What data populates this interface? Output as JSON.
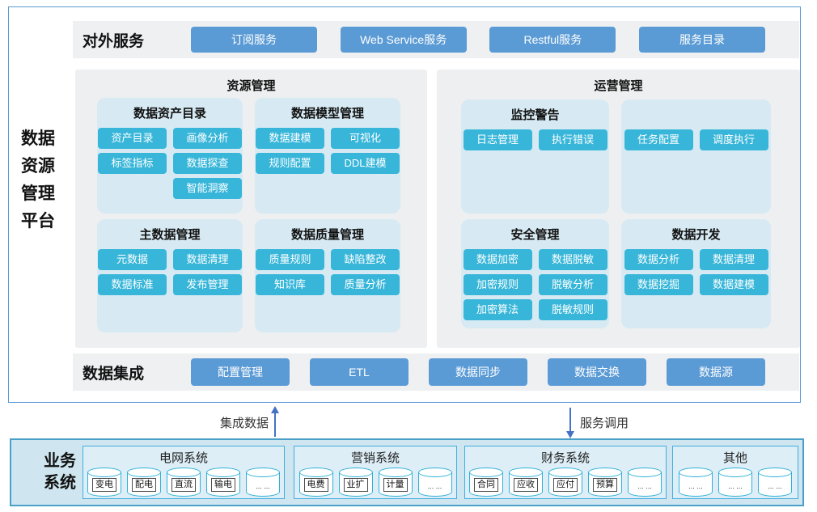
{
  "platform_title": "数据资源管理平台",
  "platform_title_lines": "数据 资源 管理 平台",
  "external_services": {
    "label": "对外服务",
    "buttons": [
      "订阅服务",
      "Web Service服务",
      "Restful服务",
      "服务目录"
    ]
  },
  "panels": [
    {
      "title": "资源管理",
      "groups": [
        {
          "title": "数据资产目录",
          "rows": [
            [
              "资产目录",
              "画像分析"
            ],
            [
              "标签指标",
              "数据探查"
            ],
            [
              null,
              "智能洞察"
            ]
          ]
        },
        {
          "title": "数据模型管理",
          "rows": [
            [
              "数据建模",
              "可视化"
            ],
            [
              "规则配置",
              "DDL建模"
            ]
          ]
        },
        {
          "title": "主数据管理",
          "rows": [
            [
              "元数据",
              "数据清理"
            ],
            [
              "数据标准",
              "发布管理"
            ]
          ]
        },
        {
          "title": "数据质量管理",
          "rows": [
            [
              "质量规则",
              "缺陷整改"
            ],
            [
              "知识库",
              "质量分析"
            ]
          ]
        }
      ]
    },
    {
      "title": "运营管理",
      "groups": [
        {
          "title": "监控警告",
          "rows": [
            [
              "日志管理",
              "执行错误"
            ]
          ]
        },
        {
          "title": "",
          "rows": [
            [
              "任务配置",
              "调度执行"
            ]
          ]
        },
        {
          "title": "安全管理",
          "rows": [
            [
              "数据加密",
              "数据脱敏"
            ],
            [
              "加密规则",
              "脱敏分析"
            ],
            [
              "加密算法",
              "脱敏规则"
            ]
          ]
        },
        {
          "title": "数据开发",
          "rows": [
            [
              "数据分析",
              "数据清理"
            ],
            [
              "数据挖掘",
              "数据建模"
            ]
          ]
        }
      ]
    }
  ],
  "data_integration": {
    "label": "数据集成",
    "buttons": [
      "配置管理",
      "ETL",
      "数据同步",
      "数据交换",
      "数据源"
    ]
  },
  "arrows": {
    "up_label": "集成数据",
    "down_label": "服务调用"
  },
  "business_systems": {
    "label_line1": "业务",
    "label_line2": "系统",
    "systems": [
      {
        "title": "电网系统",
        "items": [
          {
            "label": "变电",
            "boxed": true
          },
          {
            "label": "配电",
            "boxed": true
          },
          {
            "label": "直流",
            "boxed": true
          },
          {
            "label": "输电",
            "boxed": true
          },
          {
            "label": "... ...",
            "boxed": false
          }
        ]
      },
      {
        "title": "营销系统",
        "items": [
          {
            "label": "电费",
            "boxed": true
          },
          {
            "label": "业扩",
            "boxed": true
          },
          {
            "label": "计量",
            "boxed": true
          },
          {
            "label": "... ...",
            "boxed": false
          }
        ]
      },
      {
        "title": "财务系统",
        "items": [
          {
            "label": "合同",
            "boxed": true
          },
          {
            "label": "应收",
            "boxed": true
          },
          {
            "label": "应付",
            "boxed": true
          },
          {
            "label": "预算",
            "boxed": true
          },
          {
            "label": "... ...",
            "boxed": false
          }
        ]
      },
      {
        "title": "其他",
        "items": [
          {
            "label": "... ...",
            "boxed": false
          },
          {
            "label": "... ...",
            "boxed": false
          },
          {
            "label": "... ...",
            "boxed": false
          }
        ]
      }
    ]
  },
  "colors": {
    "outer_border": "#5b9bd5",
    "band_background": "#eef0f1",
    "big_button": "#5b9bd5",
    "panel_background": "#edeff0",
    "group_background": "#d7eaf3",
    "module_button": "#38b6d9",
    "business_panel_fill": "#cfe6f0",
    "business_panel_border": "#4aa0c8",
    "system_box_fill": "#ddeef6",
    "system_box_border": "#41aee0",
    "cylinder_border": "#2fb0d9",
    "arrow": "#4472c4"
  }
}
